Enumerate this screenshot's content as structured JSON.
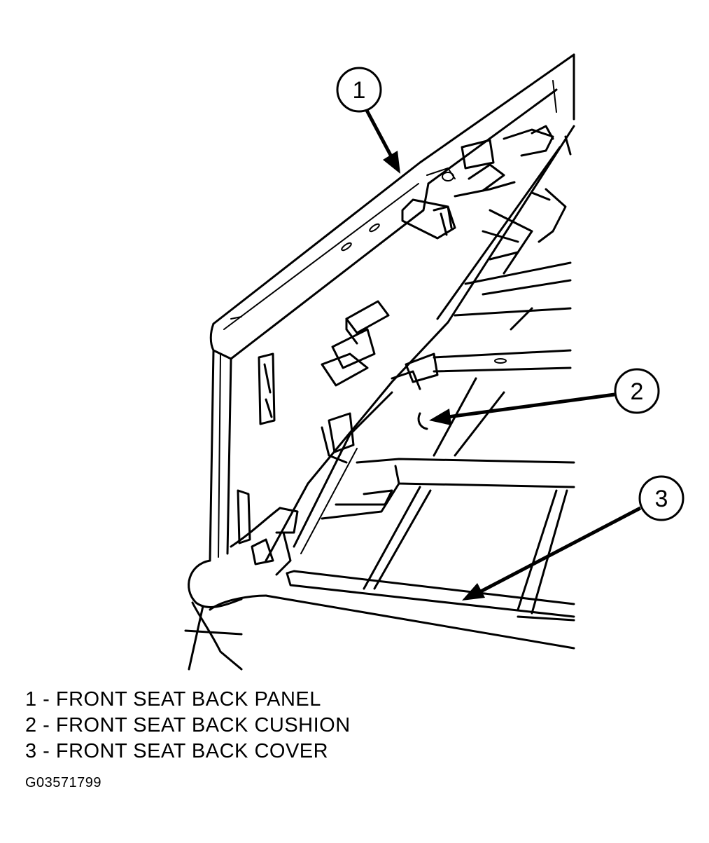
{
  "callouts": [
    {
      "number": "1",
      "label": "FRONT SEAT BACK PANEL"
    },
    {
      "number": "2",
      "label": "FRONT SEAT BACK CUSHION"
    },
    {
      "number": "3",
      "label": "FRONT SEAT BACK COVER"
    }
  ],
  "legend": [
    "1 - FRONT SEAT BACK PANEL",
    "2 - FRONT SEAT BACK CUSHION",
    "3 - FRONT SEAT BACK COVER"
  ],
  "figure_code": "G03571799"
}
